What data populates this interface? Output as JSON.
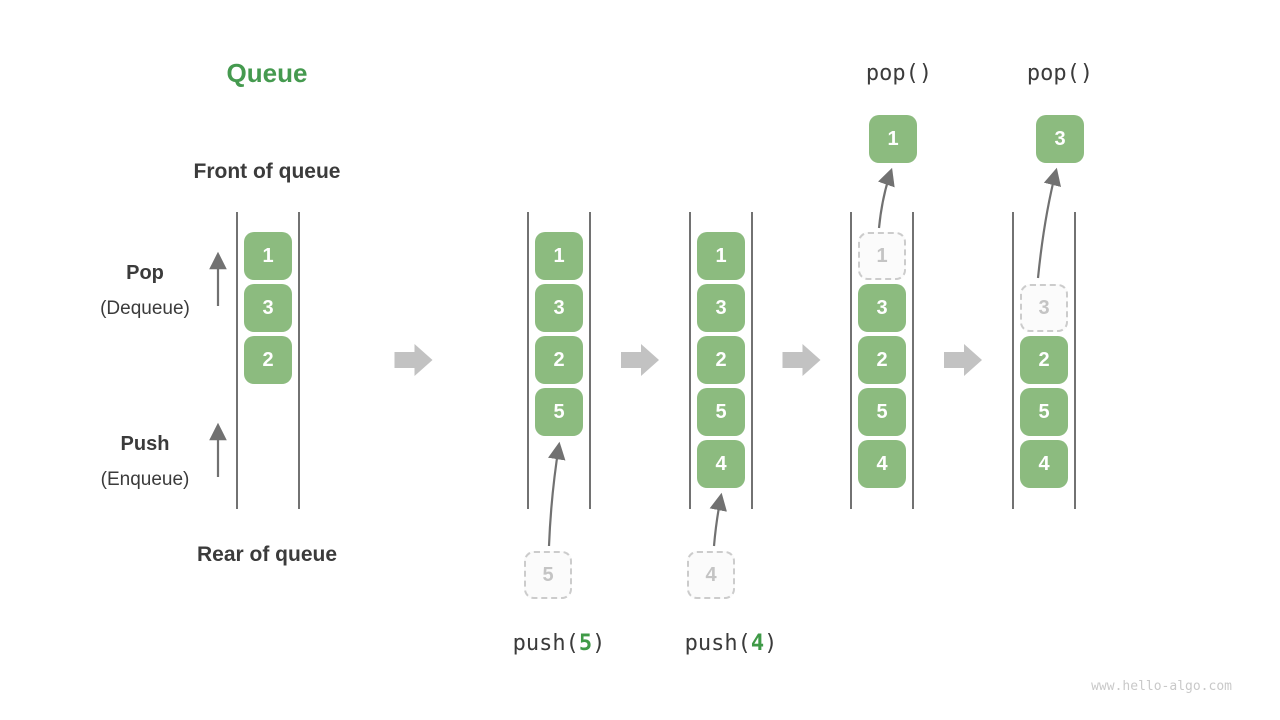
{
  "title": "Queue",
  "watermark": "www.hello-algo.com",
  "labels": {
    "front_of_queue": "Front of queue",
    "rear_of_queue": "Rear of queue",
    "pop": "Pop",
    "pop_alias": "(Dequeue)",
    "push": "Push",
    "push_alias": "(Enqueue)"
  },
  "operations": {
    "pop1": "pop()",
    "pop2": "pop()",
    "push1_fn": "push(",
    "push1_arg": "5",
    "push1_close": ")",
    "push2_fn": "push(",
    "push2_arg": "4",
    "push2_close": ")"
  },
  "popped": {
    "first": "1",
    "second": "3"
  },
  "pushed": {
    "first": "5",
    "second": "4"
  },
  "columns": [
    {
      "name": "state-initial",
      "cells": [
        {
          "v": "1"
        },
        {
          "v": "3"
        },
        {
          "v": "2"
        }
      ]
    },
    {
      "name": "state-after-push5",
      "cells": [
        {
          "v": "1"
        },
        {
          "v": "3"
        },
        {
          "v": "2"
        },
        {
          "v": "5"
        }
      ]
    },
    {
      "name": "state-after-push4",
      "cells": [
        {
          "v": "1"
        },
        {
          "v": "3"
        },
        {
          "v": "2"
        },
        {
          "v": "5"
        },
        {
          "v": "4"
        }
      ]
    },
    {
      "name": "state-pop-1",
      "cells": [
        {
          "v": "1",
          "ghost": true
        },
        {
          "v": "3"
        },
        {
          "v": "2"
        },
        {
          "v": "5"
        },
        {
          "v": "4"
        }
      ]
    },
    {
      "name": "state-pop-3",
      "cells": [
        {
          "v": "3",
          "ghost": true
        },
        {
          "v": "2"
        },
        {
          "v": "5"
        },
        {
          "v": "4"
        }
      ]
    }
  ],
  "colors": {
    "accent_green": "#459a4f",
    "box_green": "#8cbb7f",
    "arg_green": "#3f9a47",
    "text_dark": "#3b3b3b",
    "block_arrow_gray": "#c2c2c2",
    "thin_arrow_gray": "#717171",
    "rail_gray": "#4f4f4f",
    "ghost_gray": "#c4c4c4"
  }
}
